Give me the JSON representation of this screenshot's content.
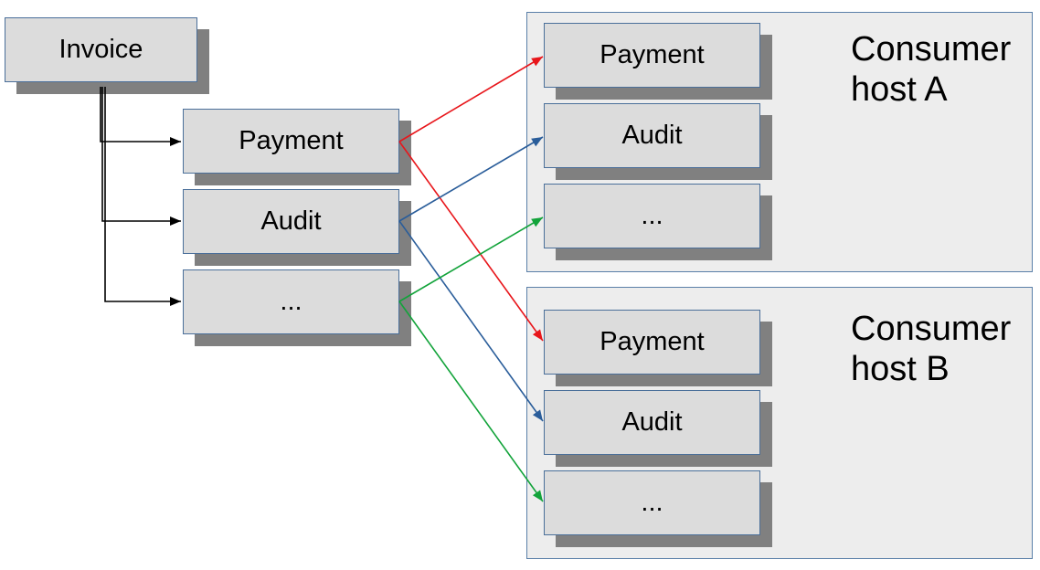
{
  "source": {
    "label": "Invoice"
  },
  "queues": [
    {
      "label": "Payment"
    },
    {
      "label": "Audit"
    },
    {
      "label": "..."
    }
  ],
  "hosts": [
    {
      "label": "Consumer\nhost A",
      "consumers": [
        {
          "label": "Payment"
        },
        {
          "label": "Audit"
        },
        {
          "label": "..."
        }
      ]
    },
    {
      "label": "Consumer\nhost B",
      "consumers": [
        {
          "label": "Payment"
        },
        {
          "label": "Audit"
        },
        {
          "label": "..."
        }
      ]
    }
  ],
  "colors": {
    "payment_edge": "#e8161b",
    "audit_edge": "#2a5d9a",
    "other_edge": "#12a33a",
    "fanout_edge": "#000000"
  }
}
